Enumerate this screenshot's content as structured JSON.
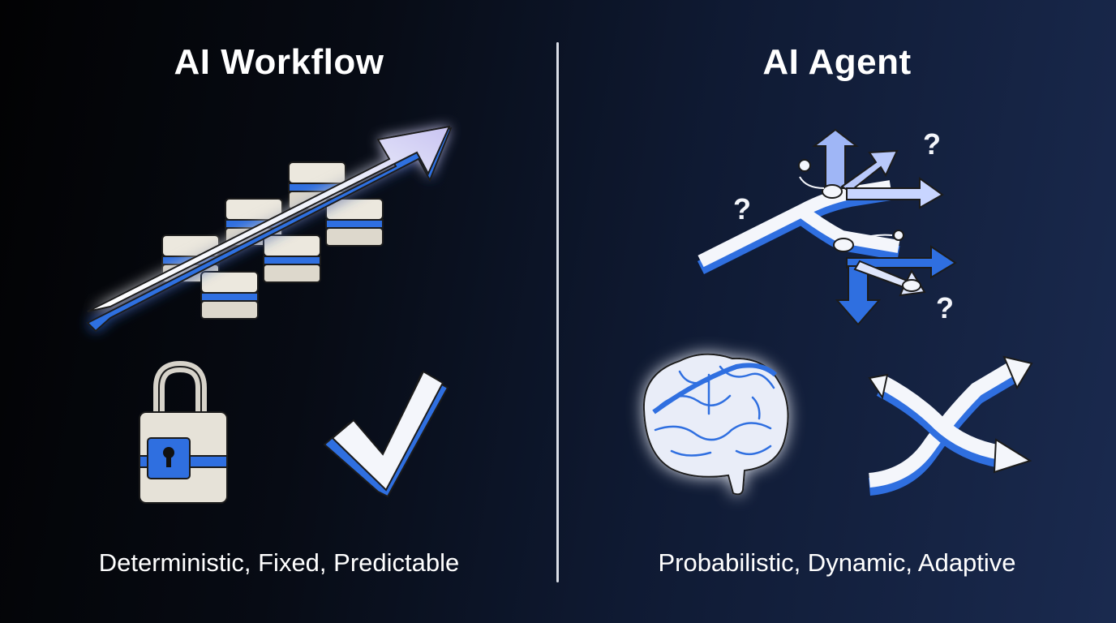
{
  "left": {
    "title": "AI Workflow",
    "caption": "Deterministic, Fixed, Predictable",
    "icons": [
      "arrow-icon",
      "server-stack-icon",
      "padlock-icon",
      "checkmark-icon"
    ]
  },
  "right": {
    "title": "AI Agent",
    "caption": "Probabilistic, Dynamic, Adaptive",
    "icons": [
      "branching-paths-icon",
      "question-mark-icon",
      "brain-icon",
      "shuffle-arrows-icon"
    ],
    "question_mark": "?"
  },
  "colors": {
    "accent_blue": "#2f6fe0",
    "glow": "#5c8dff",
    "white": "#f4f6fb",
    "cream": "#e8e4da"
  }
}
